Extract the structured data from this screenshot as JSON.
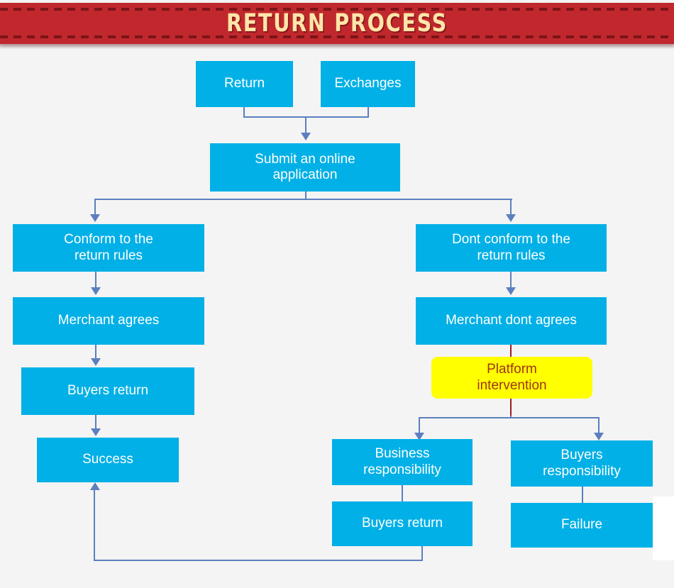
{
  "header": {
    "title": "RETURN PROCESS",
    "background_color": "#C0282D",
    "title_color": "#FFE5A8"
  },
  "theme": {
    "canvas_background": "#F4F4F4",
    "node_fill": "#00B0E6",
    "node_text": "#FFFFFF",
    "highlight_fill": "#FFFF00",
    "highlight_text": "#A03414",
    "connector_color": "#5C7FBF",
    "accent_connector_color": "#9E1B20"
  },
  "chart_data": {
    "type": "diagram",
    "title": "RETURN PROCESS",
    "nodes": [
      {
        "id": "return",
        "label": "Return",
        "style": "blue"
      },
      {
        "id": "exchanges",
        "label": "Exchanges",
        "style": "blue"
      },
      {
        "id": "submit",
        "label": "Submit an online application",
        "style": "blue"
      },
      {
        "id": "conform",
        "label": "Conform to the return rules",
        "style": "blue"
      },
      {
        "id": "nonconform",
        "label": "Dont conform to the return rules",
        "style": "blue"
      },
      {
        "id": "agrees",
        "label": "Merchant agrees",
        "style": "blue"
      },
      {
        "id": "dontagree",
        "label": "Merchant dont agrees",
        "style": "blue"
      },
      {
        "id": "platform",
        "label": "Platform intervention",
        "style": "yellow"
      },
      {
        "id": "buyerreturn",
        "label": "Buyers return",
        "style": "blue"
      },
      {
        "id": "success",
        "label": "Success",
        "style": "blue"
      },
      {
        "id": "bizresp",
        "label": "Business responsibility",
        "style": "blue"
      },
      {
        "id": "buyresp",
        "label": "Buyers responsibility",
        "style": "blue"
      },
      {
        "id": "buyerreturn2",
        "label": "Buyers return",
        "style": "blue"
      },
      {
        "id": "failure",
        "label": "Failure",
        "style": "blue"
      }
    ],
    "edges": [
      {
        "from": "return",
        "to": "submit"
      },
      {
        "from": "exchanges",
        "to": "submit"
      },
      {
        "from": "submit",
        "to": "conform"
      },
      {
        "from": "submit",
        "to": "nonconform"
      },
      {
        "from": "conform",
        "to": "agrees"
      },
      {
        "from": "agrees",
        "to": "buyerreturn"
      },
      {
        "from": "buyerreturn",
        "to": "success"
      },
      {
        "from": "nonconform",
        "to": "dontagree"
      },
      {
        "from": "dontagree",
        "to": "platform"
      },
      {
        "from": "platform",
        "to": "bizresp"
      },
      {
        "from": "platform",
        "to": "buyresp"
      },
      {
        "from": "bizresp",
        "to": "buyerreturn2"
      },
      {
        "from": "buyresp",
        "to": "failure"
      },
      {
        "from": "buyerreturn2",
        "to": "success"
      }
    ]
  },
  "nodes": {
    "return": {
      "line1": "Return"
    },
    "exchanges": {
      "line1": "Exchanges"
    },
    "submit": {
      "line1": "Submit an online",
      "line2": "application"
    },
    "conform": {
      "line1": "Conform to the",
      "line2": "return rules"
    },
    "nonconform": {
      "line1": "Dont conform to the",
      "line2": "return rules"
    },
    "agrees": {
      "line1": "Merchant agrees"
    },
    "dontagree": {
      "line1": "Merchant dont agrees"
    },
    "platform": {
      "line1": "Platform",
      "line2": "intervention"
    },
    "buyerreturn": {
      "line1": "Buyers return"
    },
    "success": {
      "line1": "Success"
    },
    "bizresp": {
      "line1": "Business",
      "line2": "responsibility"
    },
    "buyresp": {
      "line1": "Buyers",
      "line2": "responsibility"
    },
    "buyerreturn2": {
      "line1": "Buyers return"
    },
    "failure": {
      "line1": "Failure"
    }
  }
}
